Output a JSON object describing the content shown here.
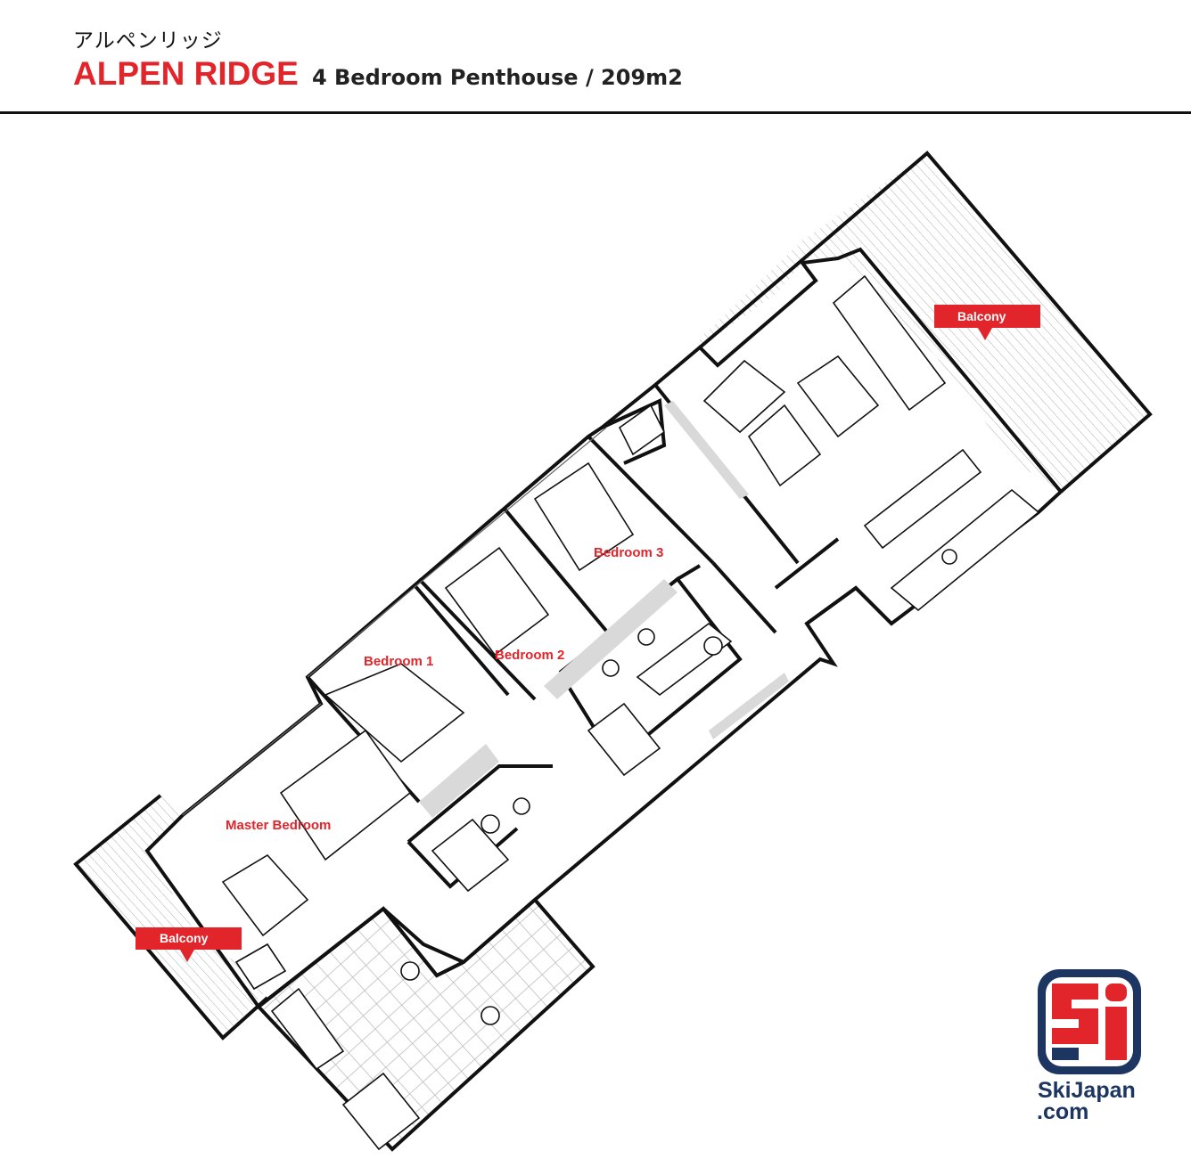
{
  "header": {
    "japanese_title": "アルペンリッジ",
    "brand": "ALPEN RIDGE",
    "subtitle": "4 Bedroom Penthouse / 209m2"
  },
  "rooms": {
    "bedroom1": "Bedroom 1",
    "bedroom2": "Bedroom 2",
    "bedroom3": "Bedroom 3",
    "master": "Master Bedroom"
  },
  "balconies": {
    "upper": "Balcony",
    "lower": "Balcony"
  },
  "logo": {
    "line1": "SkiJapan",
    "line2": ".com"
  },
  "colors": {
    "accent_red": "#e2252b",
    "logo_navy": "#1d3561",
    "wall": "#111111",
    "hallway_shade": "#d9d9d9"
  }
}
